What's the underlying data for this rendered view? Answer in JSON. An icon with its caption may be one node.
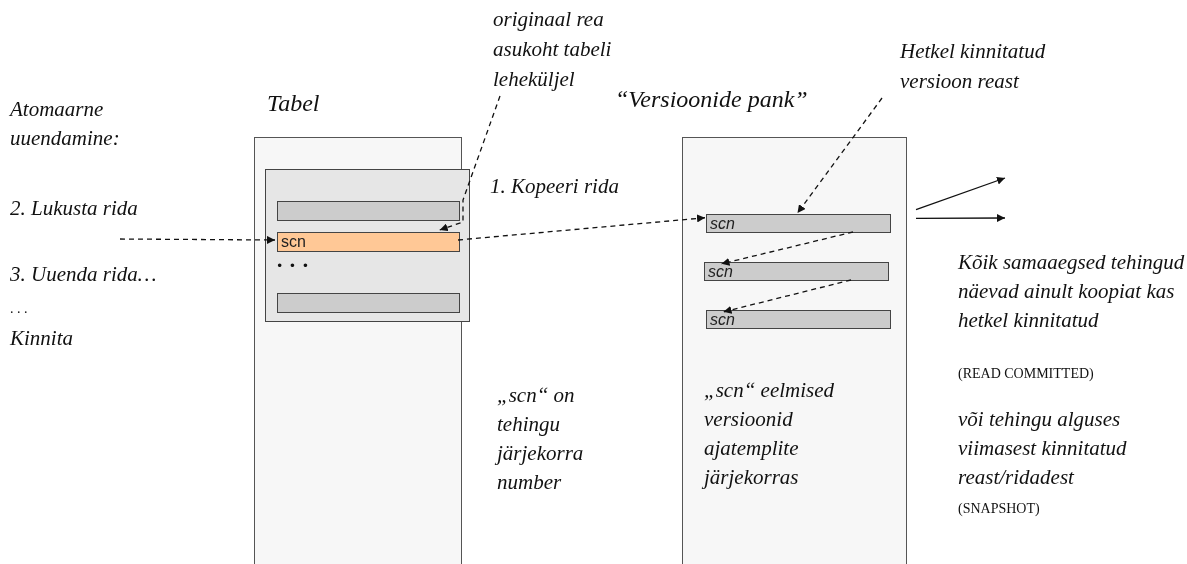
{
  "diagram": {
    "nodes": [
      {
        "text": [
          "Tabel"
        ]
      },
      {
        "text": [],
        "shape": "box",
        "in": 0
      },
      {
        "text": [],
        "shape": "bar",
        "in": 1
      },
      {
        "text": [
          "scn"
        ],
        "in": 1
      },
      {
        "text": [],
        "shape": "bar",
        "in": 1
      },
      {
        "text": [
          "“Versioonide pank”"
        ]
      },
      {
        "text": [
          "scn"
        ],
        "in": 5
      },
      {
        "text": [
          "scn"
        ],
        "in": 5
      },
      {
        "text": [
          "scn"
        ],
        "in": 5
      },
      {
        "text": [
          "originaal rea asukoht tabeli leheküljel"
        ]
      },
      {
        "text": [
          "Hetkel kinnitatud versioon reast"
        ]
      }
    ],
    "edges": [
      {
        "from": null,
        "to": 3,
        "arrow": "to",
        "style": "dashed"
      },
      {
        "from": 9,
        "to": 3,
        "arrow": "to",
        "style": "dashed"
      },
      {
        "from": 3,
        "to": 6,
        "arrow": "to",
        "style": "dashed"
      },
      {
        "from": 10,
        "to": 6,
        "arrow": "to",
        "style": "dashed"
      },
      {
        "from": 6,
        "to": 7,
        "arrow": "to",
        "style": "dashed"
      },
      {
        "from": 7,
        "to": 8,
        "arrow": "to",
        "style": "dashed"
      },
      {
        "from": 5,
        "to": null,
        "arrow": "to"
      },
      {
        "from": 5,
        "to": null,
        "arrow": "to"
      }
    ],
    "labels": [
      "Atomaarne uuendamine:",
      "2. Lukusta rida",
      "3. Uuenda rida…",
      ". . .",
      "Kinnita",
      "1. Kopeeri rida",
      "· · ·",
      "„scn“ on tehingu järjekorra number",
      "„scn“ eelmised versioonid ajatemplite järjekorras",
      "Kõik samaaegsed tehingud näevad ainult koopiat kas hetkel kinnitatud",
      "(READ COMMITTED)",
      "või tehingu alguses viimasest kinnitatud reast/ridadest",
      "(SNAPSHOT)"
    ]
  }
}
